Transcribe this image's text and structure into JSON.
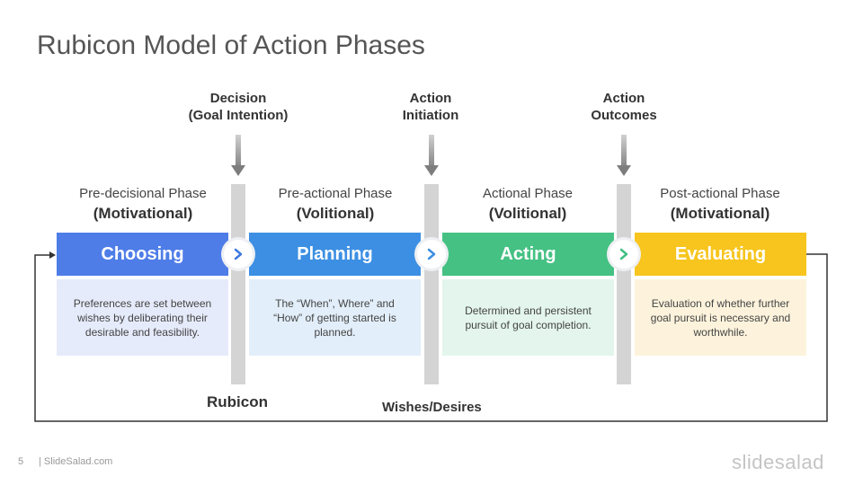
{
  "title": "Rubicon Model of Action Phases",
  "milestones": [
    {
      "line1": "Decision",
      "line2": "(Goal Intention)"
    },
    {
      "line1": "Action",
      "line2": "Initiation"
    },
    {
      "line1": "Action",
      "line2": "Outcomes"
    }
  ],
  "phases": [
    {
      "subtitle": "Pre-decisional Phase",
      "type": "(Motivational)",
      "name": "Choosing",
      "color": "#4e7de8",
      "light": "#e6ebfb",
      "description": "Preferences are set between wishes by deliberating their desirable and feasibility."
    },
    {
      "subtitle": "Pre-actional Phase",
      "type": "(Volitional)",
      "name": "Planning",
      "color": "#3c8fe3",
      "light": "#e2eef9",
      "description": "The “When”, Where” and “How” of getting started is planned."
    },
    {
      "subtitle": "Actional Phase",
      "type": "(Volitional)",
      "name": "Acting",
      "color": "#45c183",
      "light": "#e3f5ec",
      "description": "Determined and persistent pursuit of goal completion."
    },
    {
      "subtitle": "Post-actional Phase",
      "type": "(Motivational)",
      "name": "Evaluating",
      "color": "#f7c51e",
      "light": "#fdf3dc",
      "description": "Evaluation of whether further goal pursuit is necessary and worthwhile."
    }
  ],
  "chevron_colors": [
    "#3f79e0",
    "#3a8ee0",
    "#3fbf80"
  ],
  "labels": {
    "rubicon": "Rubicon",
    "loop": "Wishes/Desires"
  },
  "footer": {
    "page": "5",
    "site": "| SlideSalad.com",
    "brand": "slidesalad"
  }
}
